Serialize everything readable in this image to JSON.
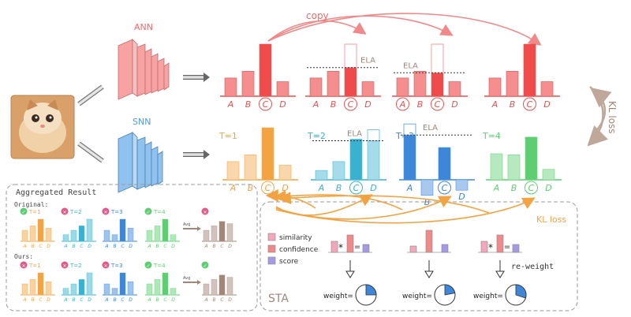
{
  "top": {
    "ann_label": "ANN",
    "snn_label": "SNN",
    "copy_label": "copy",
    "kl_side_label": "KL loss",
    "ela_label": "ELA"
  },
  "ann_row": {
    "categories": [
      "A",
      "B",
      "C",
      "D"
    ],
    "panels": [
      {
        "values": [
          0.35,
          0.48,
          1.0,
          0.28
        ],
        "ghost": null
      },
      {
        "values": [
          0.35,
          0.48,
          0.55,
          0.28
        ],
        "ghost": 1.0
      },
      {
        "values": [
          0.35,
          0.48,
          0.45,
          0.28
        ],
        "ghost": 1.0
      },
      {
        "values": [
          0.35,
          0.48,
          1.0,
          0.28
        ],
        "ghost": null
      }
    ]
  },
  "snn_row": {
    "categories": [
      "A",
      "B",
      "C",
      "D"
    ],
    "panels": [
      {
        "t_label": "T=1",
        "values": [
          0.35,
          0.48,
          1.0,
          0.28
        ],
        "color": "#f2a444"
      },
      {
        "t_label": "T=2",
        "values": [
          0.18,
          0.35,
          0.78,
          0.75
        ],
        "color": "#3ab1cf"
      },
      {
        "t_label": "T=3",
        "values": [
          0.86,
          -0.3,
          0.62,
          -0.2
        ],
        "color": "#3e86d8"
      },
      {
        "t_label": "T=4",
        "values": [
          0.5,
          0.48,
          0.82,
          0.2
        ],
        "color": "#5fce72"
      }
    ]
  },
  "aggregated": {
    "title": "Aggregated Result",
    "original_label": "Original:",
    "ours_label": "Ours:",
    "avg_label": "Avg",
    "t_labels": [
      "T=1",
      "T=2",
      "T=3",
      "T=4"
    ],
    "original_marks": [
      "check",
      "cross",
      "cross",
      "check",
      "cross"
    ],
    "ours_marks": [
      "cross",
      "cross",
      "cross",
      "check",
      "check"
    ]
  },
  "sta": {
    "title": "STA",
    "kl_label": "KL loss",
    "reweight_label": "re-weight",
    "weight_label": "weight=",
    "legend": [
      {
        "label": "similarity",
        "color": "#f2a7bd"
      },
      {
        "label": "confidence",
        "color": "#f08a8a"
      },
      {
        "label": "score",
        "color": "#a59ae3"
      }
    ],
    "weights": [
      0.25,
      0.22,
      0.3
    ]
  },
  "colors": {
    "ann": "#ef4b4b",
    "ann_light": "#f58e8e",
    "t1": "#f2a444",
    "t2": "#3ab1cf",
    "t3": "#3e86d8",
    "t4": "#5fce72",
    "avg": "#a0867b",
    "kl_orange": "#f2a444"
  }
}
